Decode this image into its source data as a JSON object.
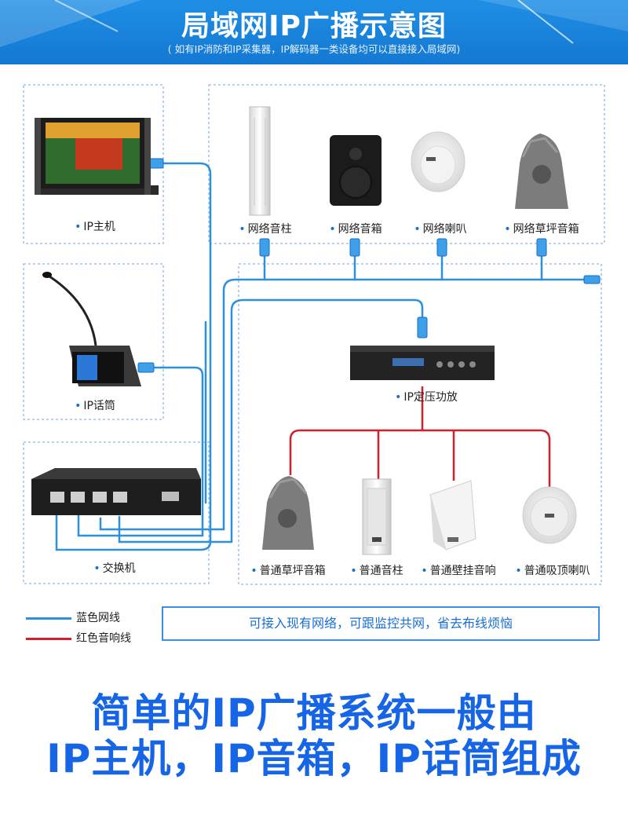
{
  "header": {
    "title": "局域网IP广播示意图",
    "subtitle": "( 如有IP消防和IP采集器，IP解码器一类设备均可以直接接入局域网)"
  },
  "devices": {
    "ip_host": "IP主机",
    "ip_mic": "IP话筒",
    "switch": "交换机",
    "ip_amp": "IP定压功放",
    "net_column": "网络音柱",
    "net_box": "网络音箱",
    "net_horn": "网络喇叭",
    "net_lawn": "网络草坪音箱",
    "std_lawn": "普通草坪音箱",
    "std_column": "普通音柱",
    "std_wall": "普通壁挂音响",
    "std_ceiling": "普通吸顶喇叭"
  },
  "legend": {
    "blue_label": "蓝色网线",
    "red_label": "红色音响线",
    "blue_color": "#2d8fe0",
    "red_color": "#d21f2a"
  },
  "callout": "可接入现有网络，可跟监控共网，省去布线烦恼",
  "bottom_text": {
    "line1": "简单的IP广播系统一般由",
    "line2": "IP主机，IP音箱，IP话筒组成"
  },
  "colors": {
    "header_blue": "#1478d2",
    "accent_text": "#1565e6",
    "dashed_border": "#8ab8e6"
  }
}
